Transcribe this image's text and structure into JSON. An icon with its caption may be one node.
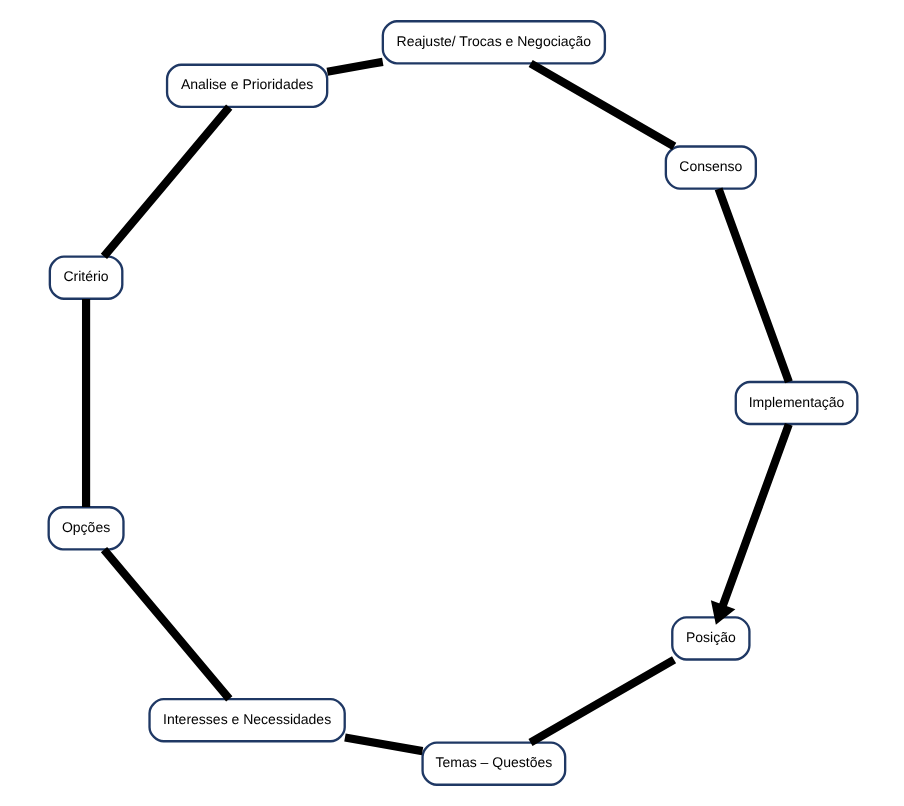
{
  "diagram": {
    "nodes": [
      {
        "text": [
          "Posição"
        ]
      },
      {
        "text": [
          "Temas – Questões"
        ]
      },
      {
        "text": [
          "Interesses e Necessidades"
        ]
      },
      {
        "text": [
          "Opções"
        ]
      },
      {
        "text": [
          "Critério"
        ]
      },
      {
        "text": [
          "Analise e Prioridades"
        ]
      },
      {
        "text": [
          "Reajuste/ Trocas e Negociação"
        ]
      },
      {
        "text": [
          "Consenso"
        ]
      },
      {
        "text": [
          "Implementação"
        ]
      }
    ],
    "edges": [
      {
        "from": 0,
        "to": 1,
        "arrow": "none"
      },
      {
        "from": 1,
        "to": 2,
        "arrow": "none"
      },
      {
        "from": 2,
        "to": 3,
        "arrow": "none"
      },
      {
        "from": 3,
        "to": 4,
        "arrow": "none"
      },
      {
        "from": 4,
        "to": 5,
        "arrow": "none"
      },
      {
        "from": 5,
        "to": 6,
        "arrow": "none"
      },
      {
        "from": 6,
        "to": 7,
        "arrow": "none"
      },
      {
        "from": 7,
        "to": 8,
        "arrow": "none"
      },
      {
        "from": 8,
        "to": 0,
        "arrow": "to"
      }
    ]
  }
}
